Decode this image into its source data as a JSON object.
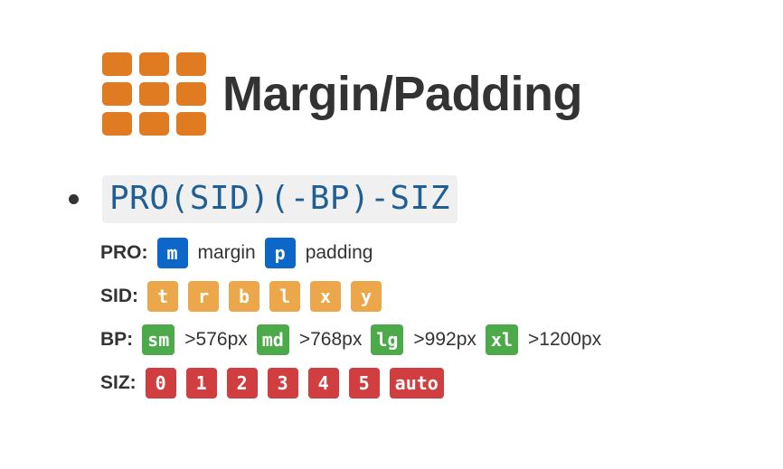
{
  "header": {
    "title": "Margin/Padding",
    "logo_icon": "grid-3x3-icon",
    "logo_color": "#e07b22"
  },
  "syntax": {
    "pattern": "PRO(SID)(-BP)-SIZ"
  },
  "colors": {
    "pro": "#0c67c8",
    "sid": "#eba74a",
    "bp": "#4caa4a",
    "siz": "#d03e3f",
    "code_bg": "#f0f0f0",
    "code_text": "#1f5f95"
  },
  "rows": {
    "pro": {
      "label": "PRO:",
      "items": [
        {
          "code": "m",
          "desc": "margin"
        },
        {
          "code": "p",
          "desc": "padding"
        }
      ]
    },
    "sid": {
      "label": "SID:",
      "items": [
        "t",
        "r",
        "b",
        "l",
        "x",
        "y"
      ]
    },
    "bp": {
      "label": "BP:",
      "items": [
        {
          "code": "sm",
          "desc": ">576px"
        },
        {
          "code": "md",
          "desc": ">768px"
        },
        {
          "code": "lg",
          "desc": ">992px"
        },
        {
          "code": "xl",
          "desc": ">1200px"
        }
      ]
    },
    "siz": {
      "label": "SIZ:",
      "items": [
        "0",
        "1",
        "2",
        "3",
        "4",
        "5",
        "auto"
      ]
    }
  }
}
